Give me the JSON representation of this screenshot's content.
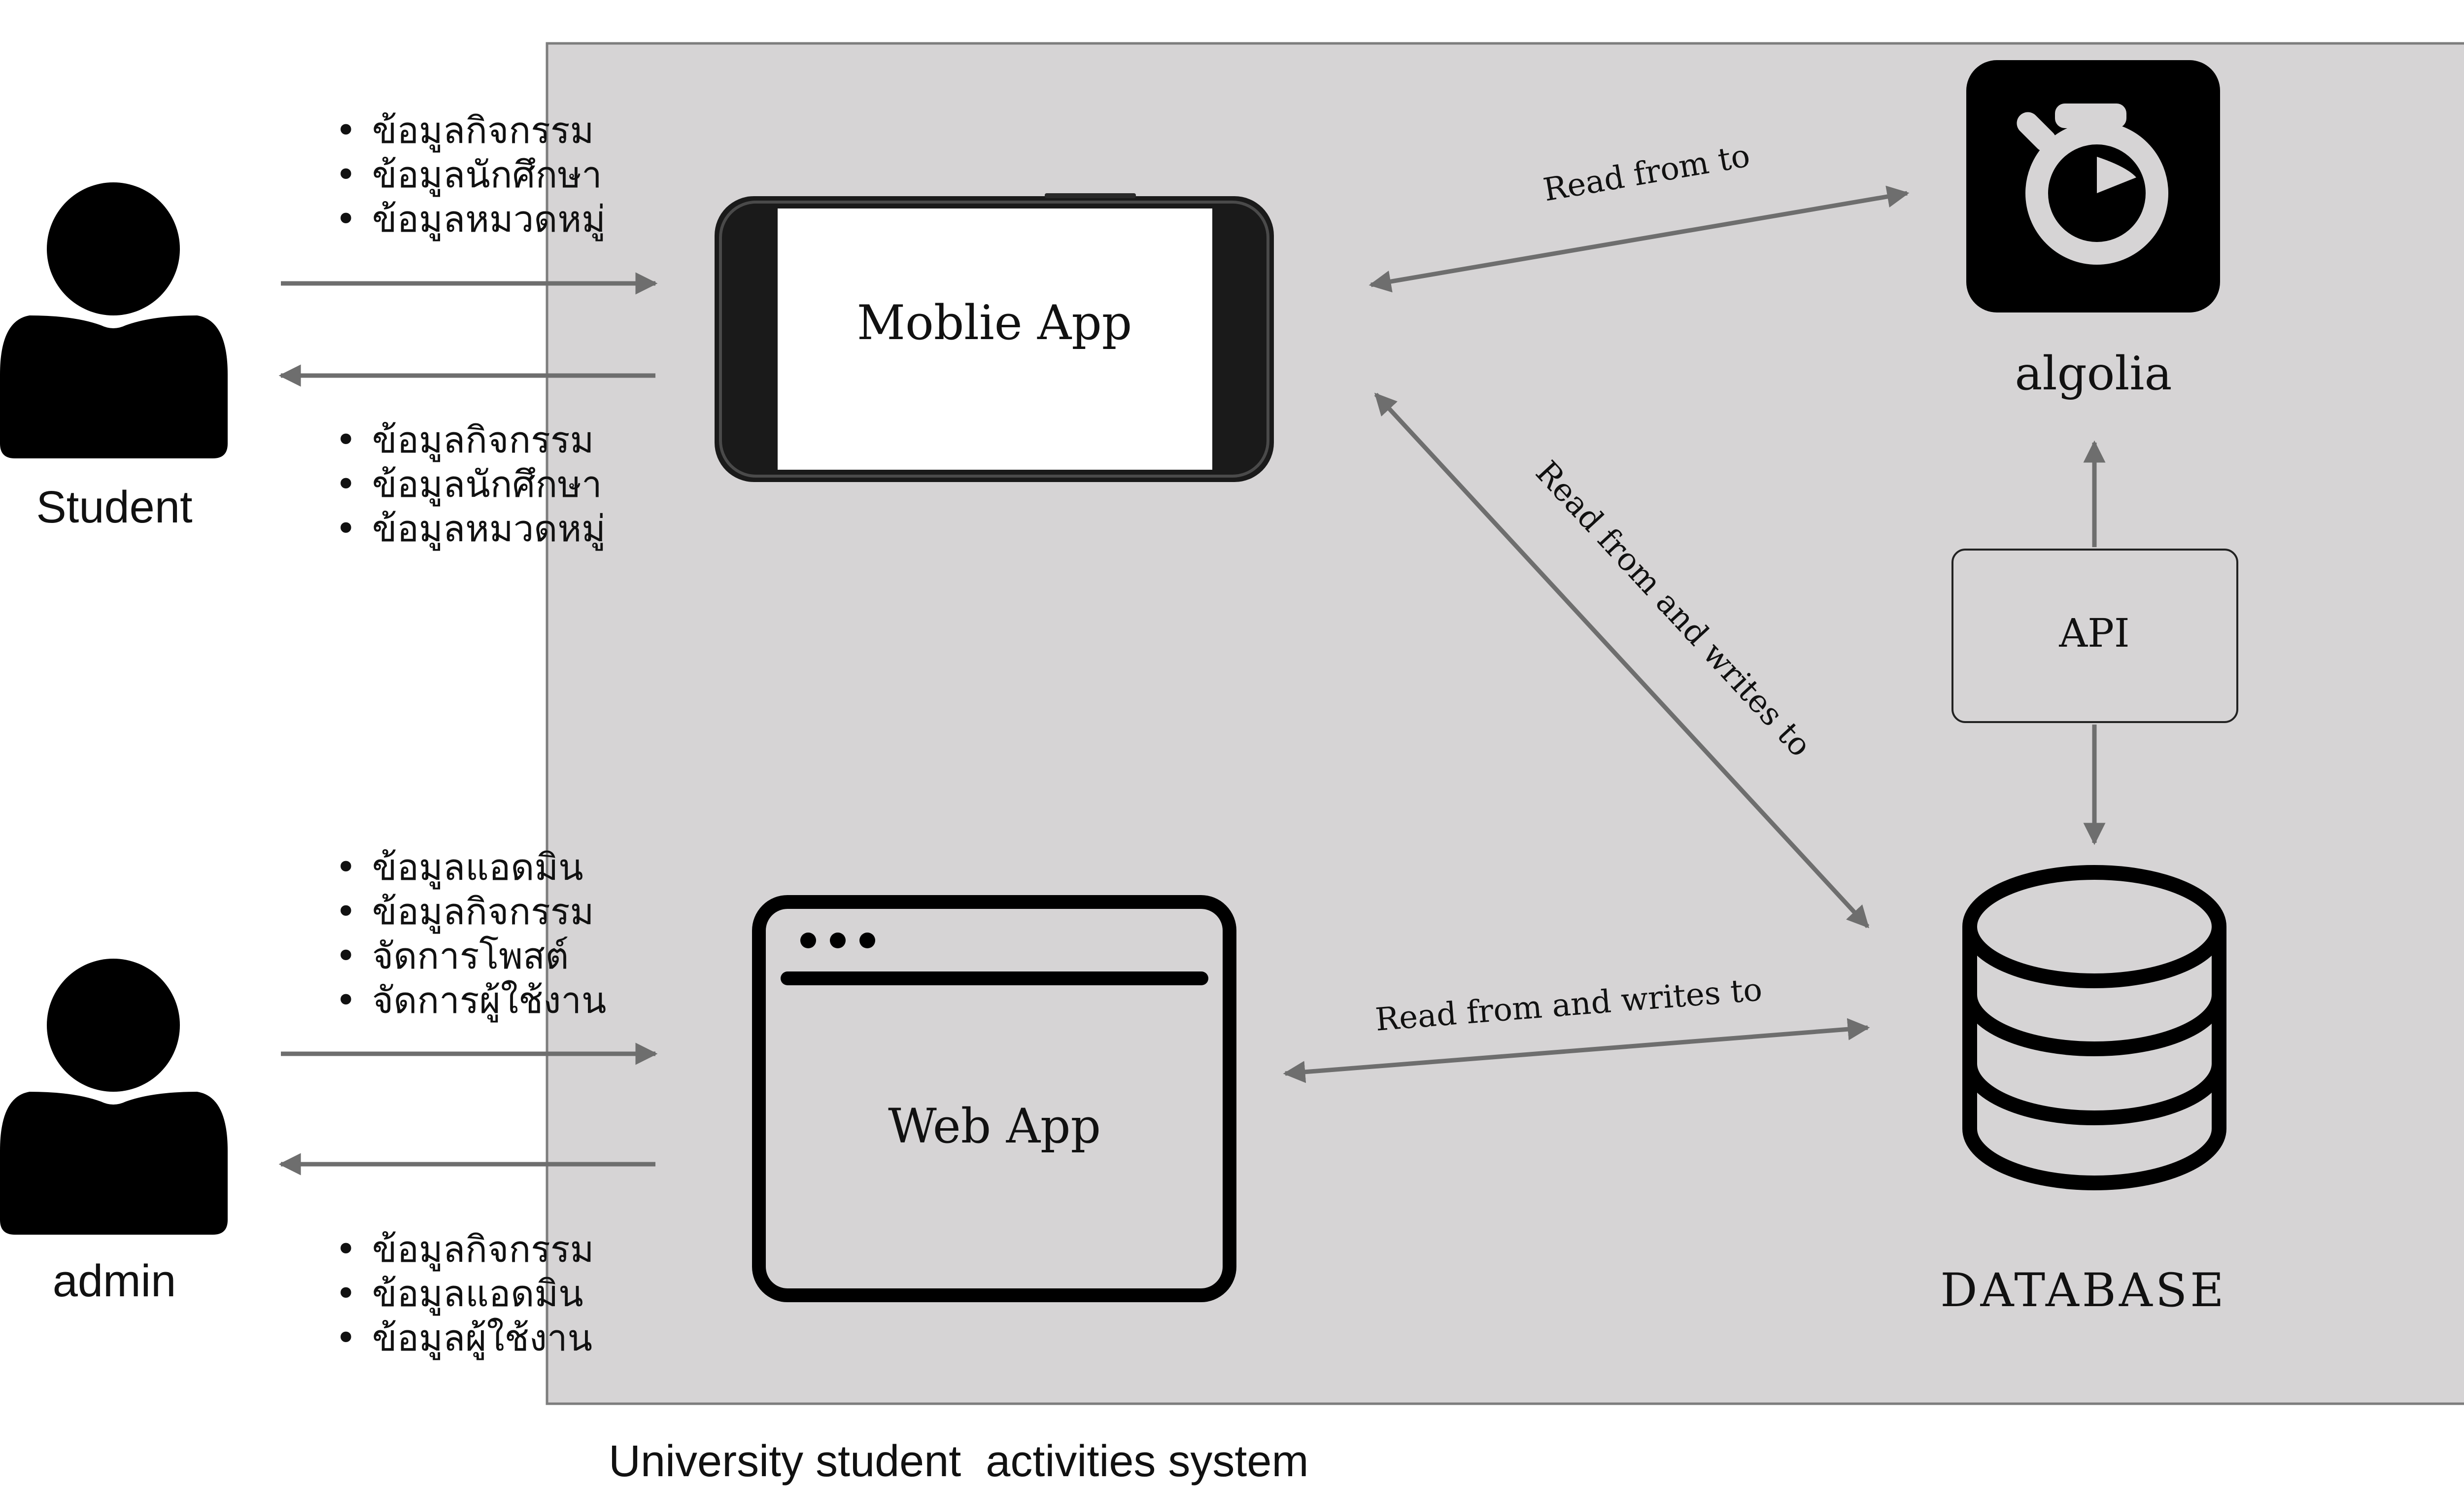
{
  "system": {
    "caption": "University student  activities system"
  },
  "actors": {
    "student": {
      "label": "Student"
    },
    "admin": {
      "label": "admin"
    }
  },
  "flows": {
    "student_in": [
      "ข้อมูลกิจกรรม",
      "ข้อมูลนักศึกษา",
      "ข้อมูลหมวดหมู่"
    ],
    "student_out": [
      "ข้อมูลกิจกรรม",
      "ข้อมูลนักศึกษา",
      "ข้อมูลหมวดหมู่"
    ],
    "admin_in": [
      "ข้อมูลแอดมิน",
      "ข้อมูลกิจกรรม",
      "จัดการโพสต์",
      "จัดการผู้ใช้งาน"
    ],
    "admin_out": [
      "ข้อมูลกิจกรรม",
      "ข้อมูลแอดมิน",
      "ข้อมูลผู้ใช้งาน"
    ]
  },
  "components": {
    "mobile_app": {
      "label": "Moblie App"
    },
    "web_app": {
      "label": "Web App"
    },
    "algolia": {
      "label": "algolia"
    },
    "api": {
      "label": "API"
    },
    "database": {
      "label": "DATABASE"
    }
  },
  "connections": {
    "mobile_algolia": "Read from to",
    "mobile_db": "Read from and writes to",
    "web_db": "Read from and writes to"
  },
  "colors": {
    "system_fill": "#d6d4d5",
    "system_border": "#7d7d7d",
    "arrow": "#6e6e6e",
    "icon": "#000000"
  }
}
